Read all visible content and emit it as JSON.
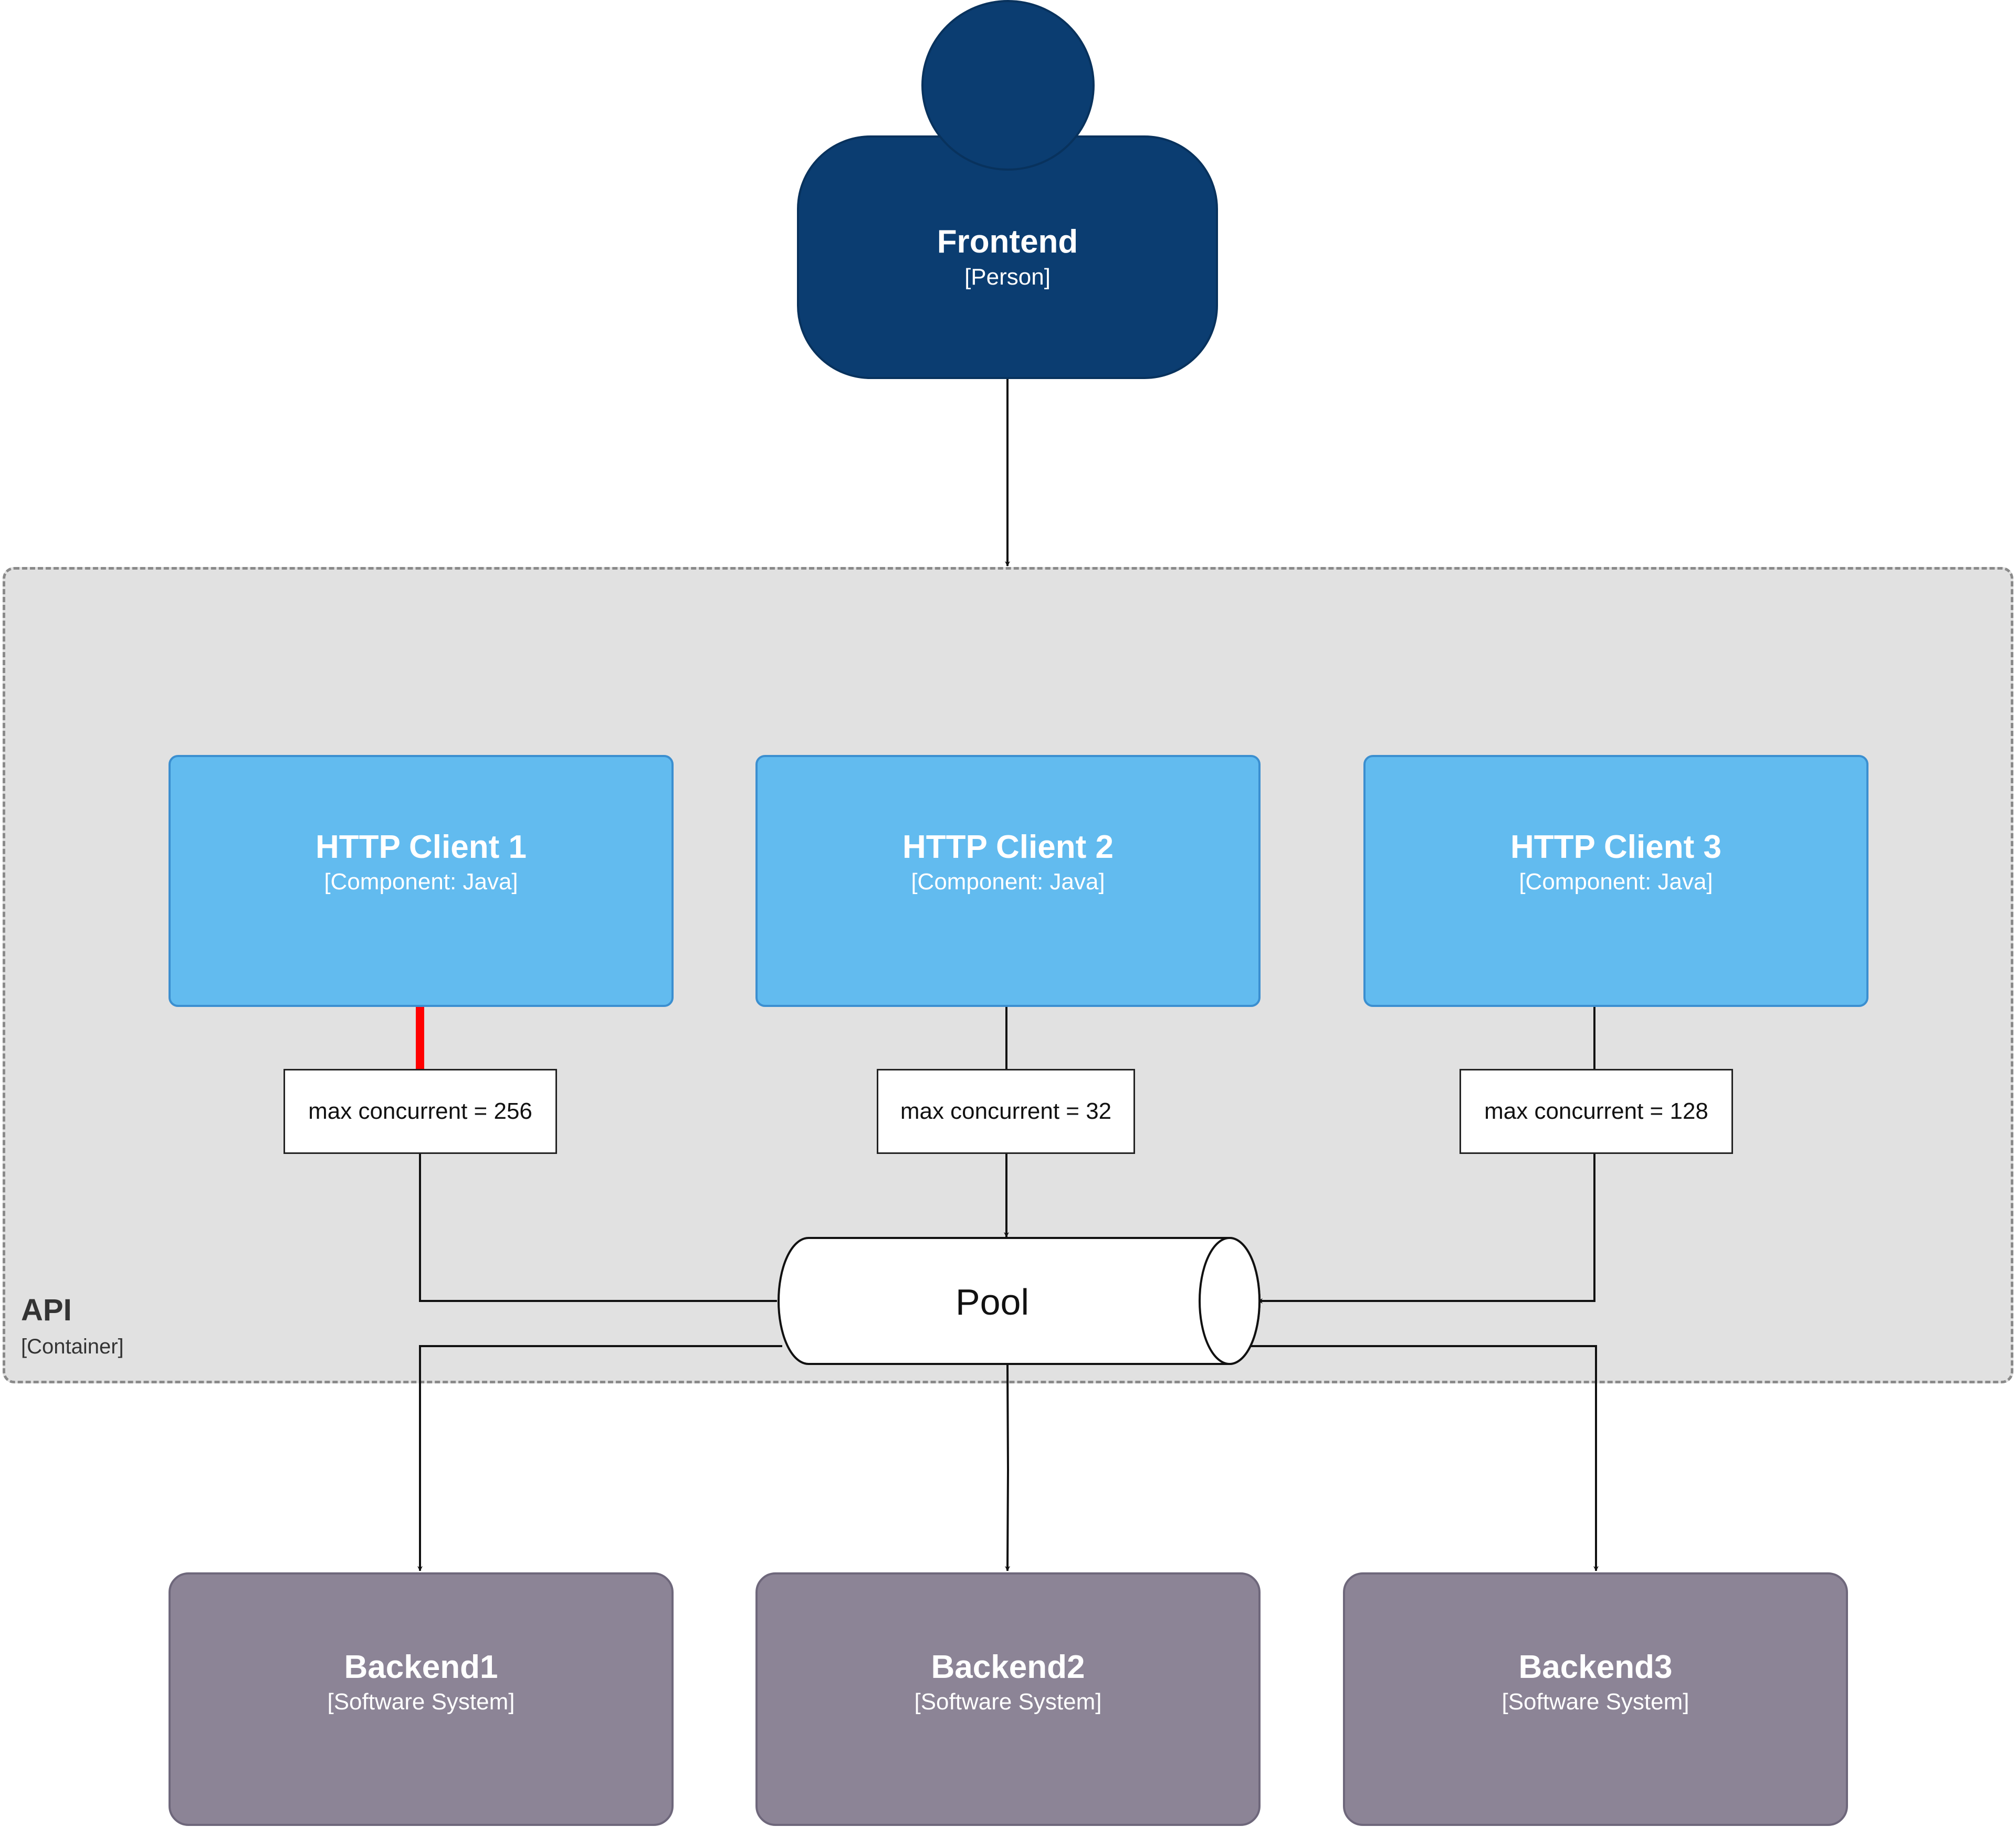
{
  "person": {
    "name": "Frontend",
    "type": "[Person]"
  },
  "container": {
    "name": "API",
    "type": "[Container]"
  },
  "components": [
    {
      "name": "HTTP Client 1",
      "type": "[Component: Java]"
    },
    {
      "name": "HTTP Client 2",
      "type": "[Component: Java]"
    },
    {
      "name": "HTTP Client 3",
      "type": "[Component: Java]"
    }
  ],
  "limits": [
    {
      "label": "max concurrent = 256"
    },
    {
      "label": "max concurrent = 32"
    },
    {
      "label": "max concurrent = 128"
    }
  ],
  "pool": {
    "label": "Pool"
  },
  "backends": [
    {
      "name": "Backend1",
      "type": "[Software System]"
    },
    {
      "name": "Backend2",
      "type": "[Software System]"
    },
    {
      "name": "Backend3",
      "type": "[Software System]"
    }
  ],
  "colors": {
    "person": "#0b3d71",
    "component": "#62bbef",
    "backend": "#8c8496",
    "container": "#e1e1e1",
    "highlight_edge": "#ff0000"
  }
}
